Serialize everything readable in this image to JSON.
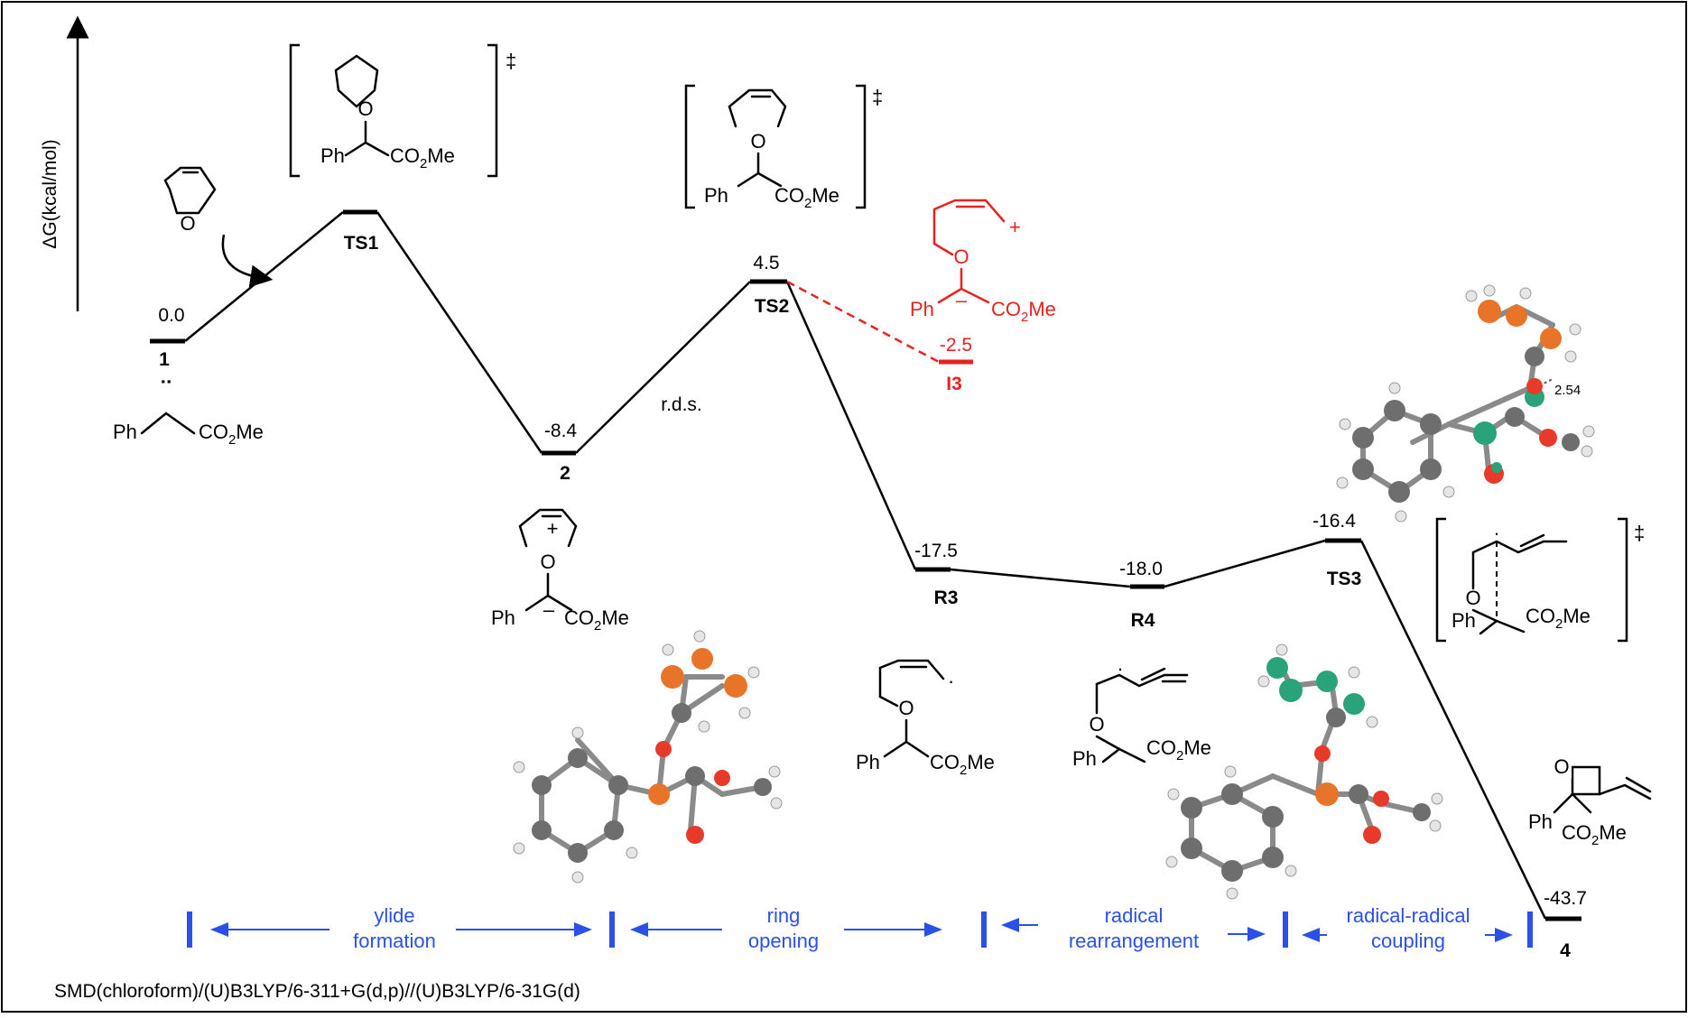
{
  "axis": {
    "ylabel": "ΔG(kcal/mol)"
  },
  "levels": {
    "l1": {
      "name": "1",
      "value": "0.0"
    },
    "lTS1": {
      "name": "TS1",
      "value": ""
    },
    "l2": {
      "name": "2",
      "value": "-8.4"
    },
    "lTS2": {
      "name": "TS2",
      "value": "4.5"
    },
    "lI3": {
      "name": "I3",
      "value": "-2.5"
    },
    "lR3": {
      "name": "R3",
      "value": "-17.5"
    },
    "lR4": {
      "name": "R4",
      "value": "-18.0"
    },
    "lTS3": {
      "name": "TS3",
      "value": "-16.4"
    },
    "l4": {
      "name": "4",
      "value": "-43.7"
    }
  },
  "annotations": {
    "rds": "r.d.s.",
    "distance": "2.54"
  },
  "chem_text": {
    "ph": "Ph",
    "co2me_co": "CO",
    "co2me_sub": "2",
    "co2me_me": "Me",
    "o": "O",
    "dagger": "‡",
    "plus": "+",
    "minus": "–",
    "lone_pair": "¨",
    "radical_dot": "·"
  },
  "phases": [
    {
      "line1": "ylide",
      "line2": "formation"
    },
    {
      "line1": "ring",
      "line2": "opening"
    },
    {
      "line1": "radical",
      "line2": "rearrangement"
    },
    {
      "line1": "radical-radical",
      "line2": "coupling"
    }
  ],
  "footer": {
    "method": "SMD(chloroform)/(U)B3LYP/6-311+G(d,p)//(U)B3LYP/6-31G(d)"
  },
  "colors": {
    "main": "#000000",
    "highlight": "#e8231f",
    "phase": "#2b50e8",
    "carbon": "#6e6e6e",
    "hydrogen": "#e6e6e6",
    "oxygen": "#e83a2a",
    "spin_a": "#e8742a",
    "spin_b": "#2aa37a"
  }
}
